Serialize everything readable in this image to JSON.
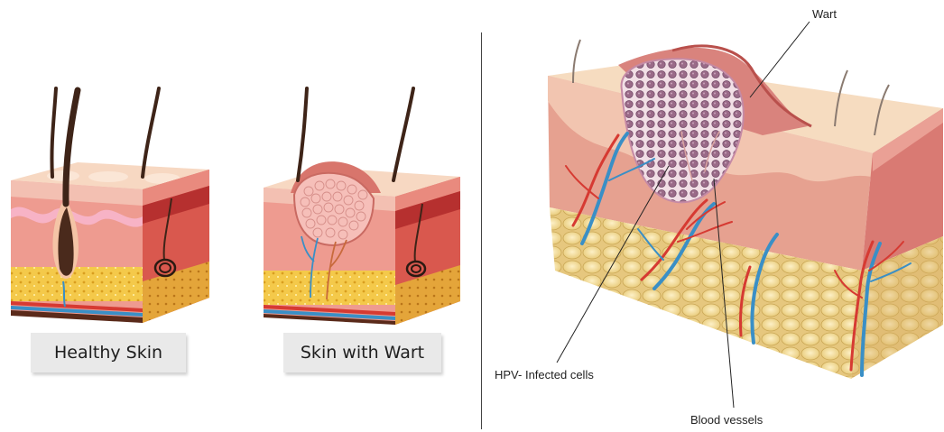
{
  "left": {
    "healthy_caption": "Healthy Skin",
    "wart_caption": "Skin with Wart"
  },
  "right": {
    "labels": {
      "wart": "Wart",
      "hpv_cells": "HPV- Infected cells",
      "blood_vessels": "Blood vessels"
    }
  },
  "colors": {
    "epidermis_top": "#f7d8c2",
    "dermis": "#e88f86",
    "dermis_side": "#c5453f",
    "fat": "#f4c94a",
    "vein": "#3a8fc6",
    "artery": "#d63a32",
    "hair": "#3e2418"
  }
}
